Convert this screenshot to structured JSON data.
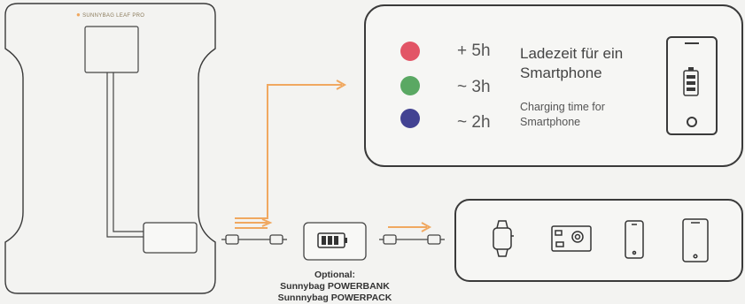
{
  "brand_label": "SUNNYBAG LEAF PRO",
  "charging": {
    "times": [
      {
        "color": "#e25566",
        "label": "+ 5h"
      },
      {
        "color": "#5aa863",
        "label": "~ 3h"
      },
      {
        "color": "#424292",
        "label": "~ 2h"
      }
    ],
    "title_de_line1": "Ladezeit für ein",
    "title_de_line2": "Smartphone",
    "title_en_line1": "Charging time for",
    "title_en_line2": "Smartphone"
  },
  "optional": {
    "line1": "Optional:",
    "line2": "Sunnybag POWERBANK",
    "line3": "Sunnnybag POWERPACK"
  },
  "devices": [
    "watch-icon",
    "camera-icon",
    "phone-icon",
    "tablet-icon"
  ],
  "accent_color": "#f0a860"
}
